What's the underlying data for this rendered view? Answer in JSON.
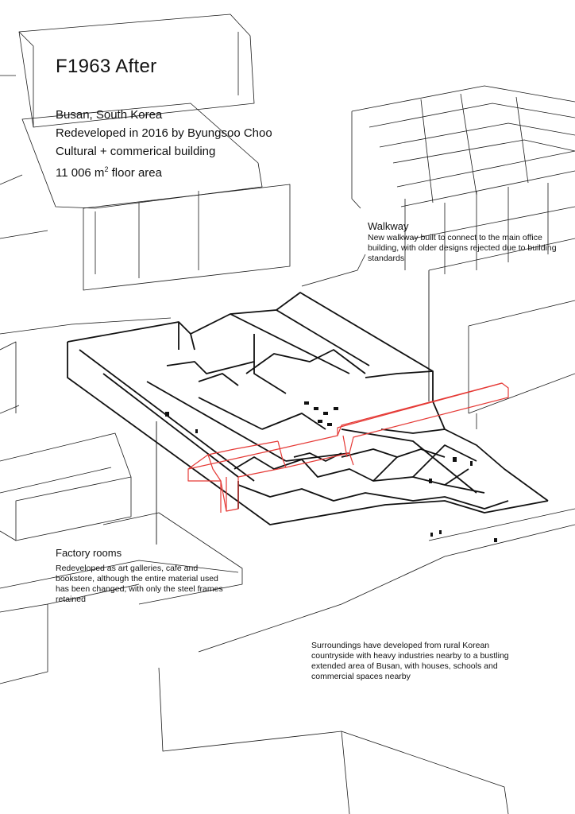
{
  "header": {
    "title": "F1963 After",
    "location": "Busan, South Korea",
    "redevelopment": "Redeveloped in 2016 by Byungsoo Choo",
    "use": "Cultural + commerical building",
    "area_value": "11 006 m",
    "area_sup": "2",
    "area_suffix": " floor area"
  },
  "annotations": {
    "walkway": {
      "title": "Walkway",
      "text": "New walkway built to connect to the main office building, with older designs rejected due to building standards"
    },
    "factory": {
      "title": "Factory rooms",
      "text": "Redeveloped as art galleries, cafe and bookstore, although the entire material used has been changed, with only the steel frames retained"
    },
    "surroundings": {
      "text": "Surroundings have developed from rural Korean countryside with heavy industries nearby to a bustling extended area of Busan, with houses, schools and commercial spaces nearby"
    }
  },
  "colors": {
    "line": "#1a1a1a",
    "walkway": "#e53935"
  }
}
